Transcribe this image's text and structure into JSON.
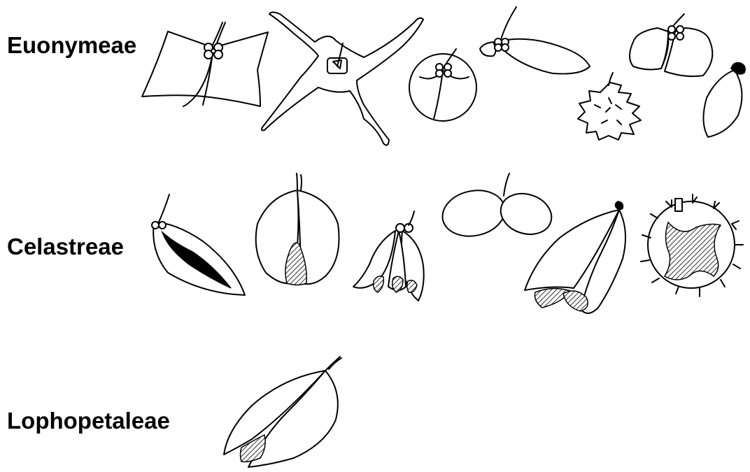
{
  "tribes": [
    {
      "label": "Euonymeae"
    },
    {
      "label": "Celastreae"
    },
    {
      "label": "Lophopetaleae"
    }
  ]
}
